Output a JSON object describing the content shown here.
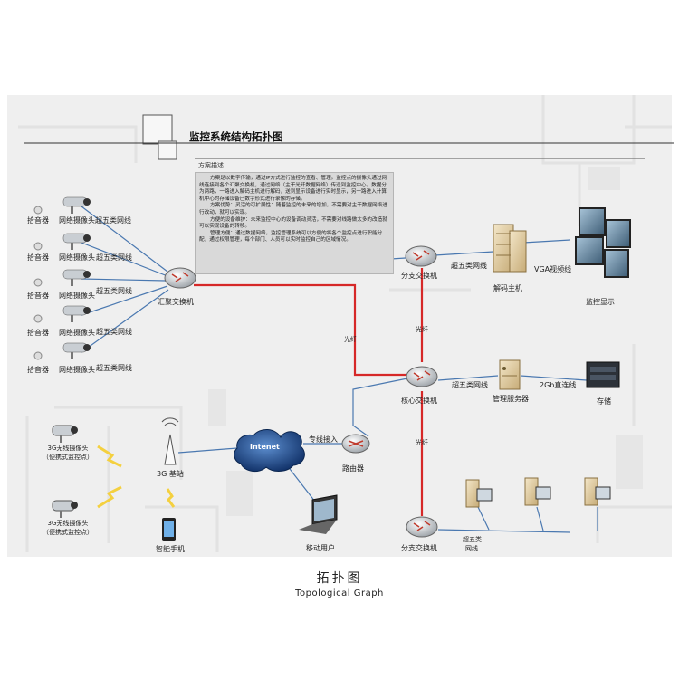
{
  "title": "监控系统结构拓扑图",
  "section_label": "方案描述",
  "description": [
    "方案是以数字传输，通过IP方式进行监控的查看、管理。监控点的摄像头通过网线连接到各个汇聚交换机，通过网络（主干光纤数据网络）传送到监控中心。数据分为两路，一路进入解码主机进行解码，送到显示设备进行实时显示，另一路进入计算机中心的存储设备已数字形式进行录像的存储。",
    "方案优势：灵活的可扩展性：随着监控的未来的增加，不需要对主干数据网络进行改动，就可以实现。",
    "方便的设备维护：未来监控中心的设备调动灵活，不需要对线路做太多的改造就可以实现设备的转移。",
    "管理方便：通过数据网络，监控管理系统可以方便的将各个监控点进行职能分配，通过权限管理，每个部门、人员可以实时监控自己的区域情况。"
  ],
  "labels": {
    "pickup": "拾音器",
    "net_camera": "网络摄像头",
    "cat5_cable": "超五类网线",
    "aggregation_switch": "汇聚交换机",
    "branch_switch": "分支交换机",
    "core_switch": "核心交换机",
    "decoder_host": "解码主机",
    "vga_cable": "VGA视频线",
    "monitor_display": "监控显示",
    "fiber": "光纤",
    "mgmt_server": "管理服务器",
    "storage": "存储",
    "direct_2gb": "2Gb直连线",
    "internet": "Intenet",
    "dedicated_access": "专线接入",
    "router": "路由器",
    "base_station_3g": "3G 基站",
    "wireless_cam": "3G无线摄像头",
    "portable_point": "（便携式监控点）",
    "smart_phone": "智能手机",
    "mobile_user": "移动用户",
    "cat5_stack_1": "超五类",
    "cat5_stack_2": "网线"
  },
  "caption_cn": "拓扑图",
  "caption_en": "Topological Graph",
  "colors": {
    "fiber": "#d62828",
    "cable": "#4a78b0",
    "internet": "#1f4e8c",
    "bg_panel": "#eeeeee",
    "desc_box": "#d9d9d9"
  }
}
